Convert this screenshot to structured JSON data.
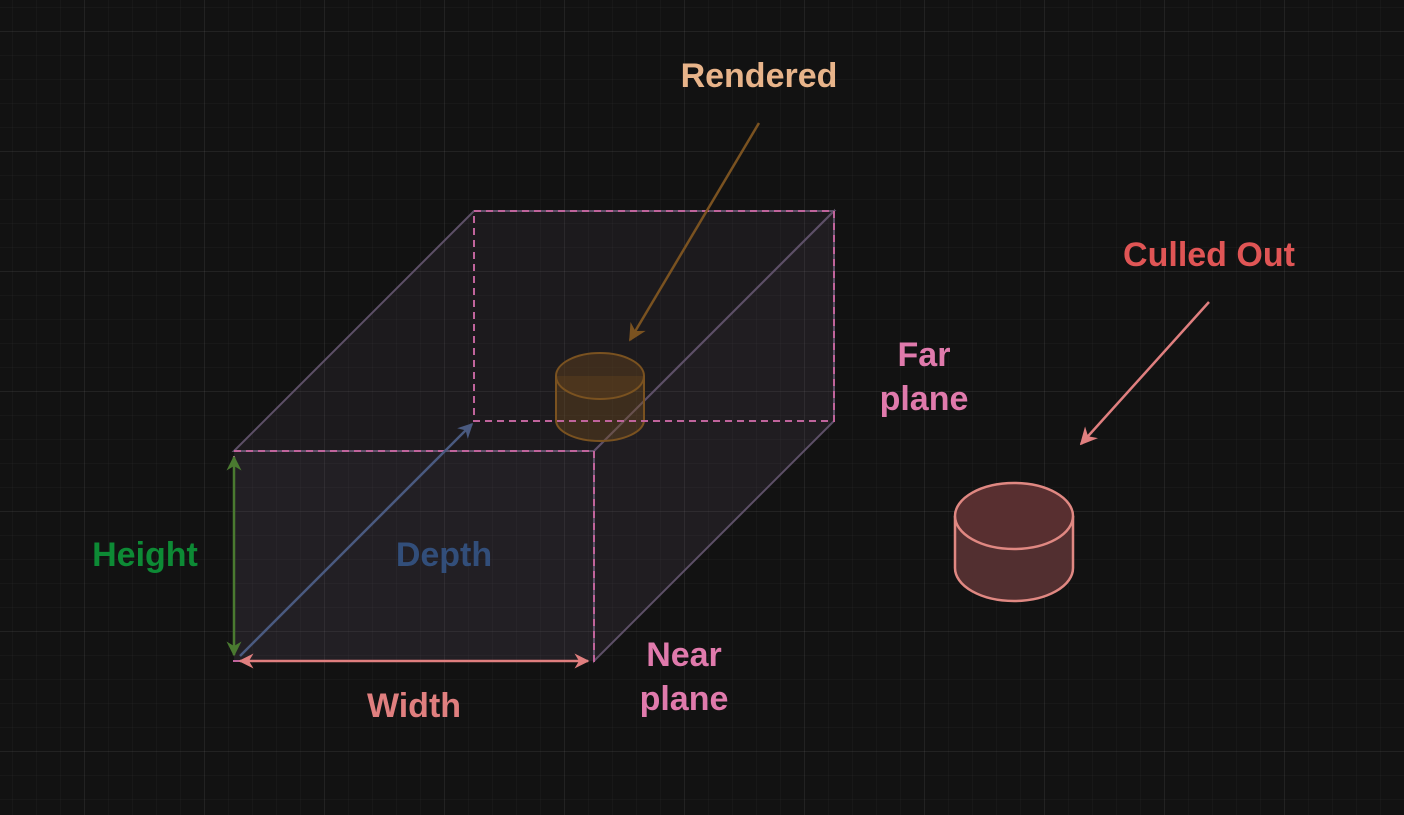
{
  "labels": {
    "rendered": "Rendered",
    "culled_out": "Culled Out",
    "far_plane": "Far\nplane",
    "near_plane": "Near\nplane",
    "height": "Height",
    "depth": "Depth",
    "width": "Width"
  },
  "colors": {
    "background": "#121212",
    "rendered": "#e8b48a",
    "culled_out": "#e05555",
    "plane_label": "#e07aac",
    "height": "#0d8a35",
    "depth": "#324e7a",
    "width": "#e07f7f",
    "frustum_edge": "#6a5a72",
    "plane_dash": "#c0649c",
    "rendered_object": "#7a5220",
    "culled_object": "#e08882",
    "height_arrow": "#4a7a30",
    "depth_arrow": "#4a5a80"
  }
}
